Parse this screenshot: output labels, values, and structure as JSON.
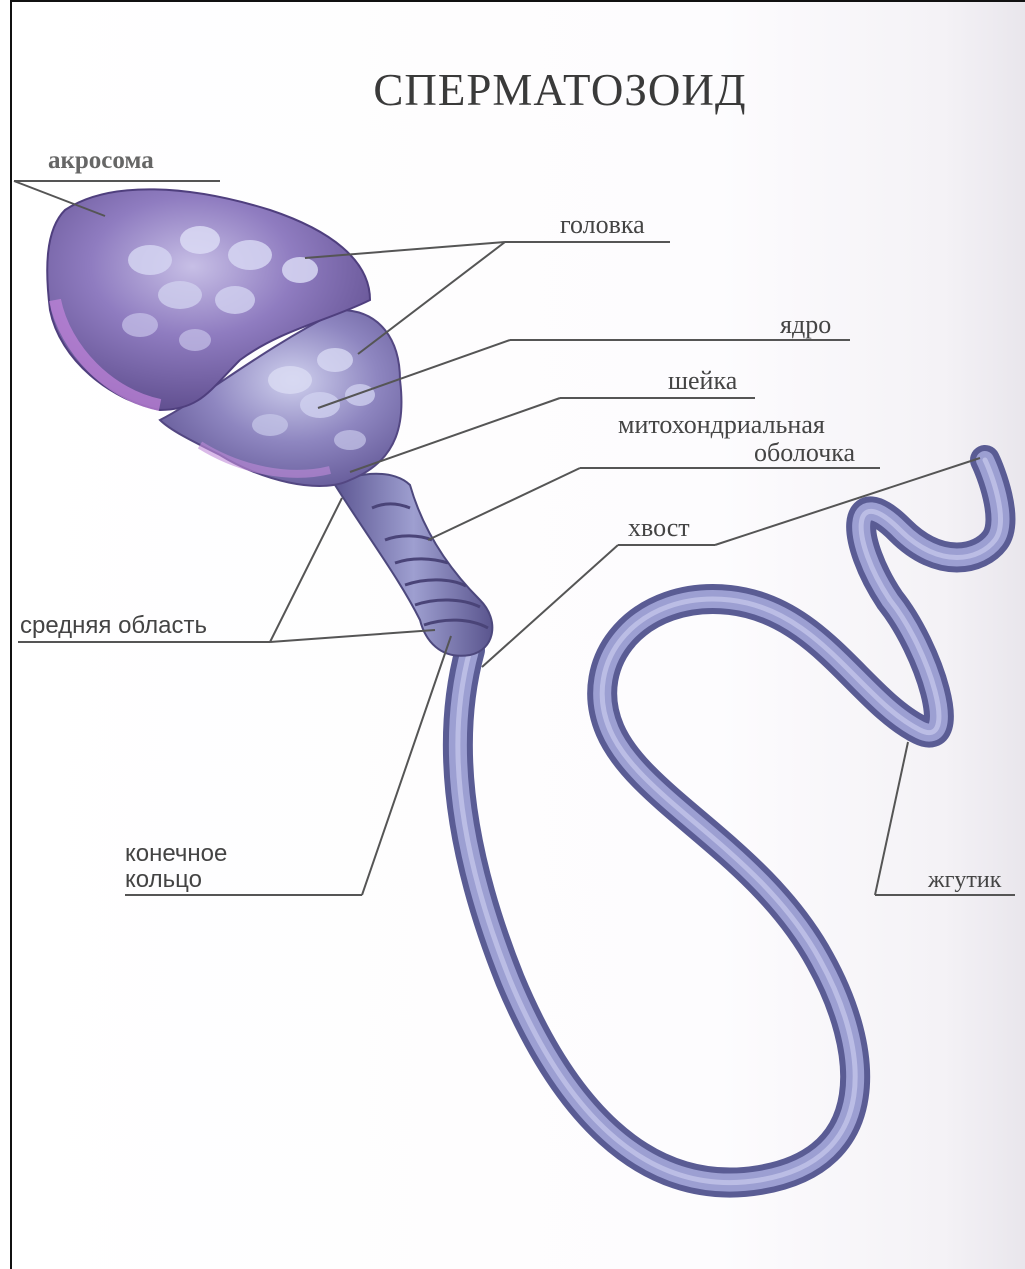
{
  "title": "СПЕРМАТОЗОИД",
  "labels": {
    "acrosome": "акросома",
    "head": "головка",
    "nucleus": "ядро",
    "neck": "шейка",
    "mito_line1": "митохондриальная",
    "mito_line2": "оболочка",
    "tail": "хвост",
    "middle_region": "средняя область",
    "end_ring_line1": "конечное",
    "end_ring_line2": "кольцо",
    "flagellum": "жгутик"
  },
  "colors": {
    "cell_purple": "#8f70b8",
    "cell_shadow": "#5d4a86",
    "acrosome_pink": "#c08ad8",
    "tail_blue": "#8a8fc4",
    "leader_line": "#555555"
  }
}
